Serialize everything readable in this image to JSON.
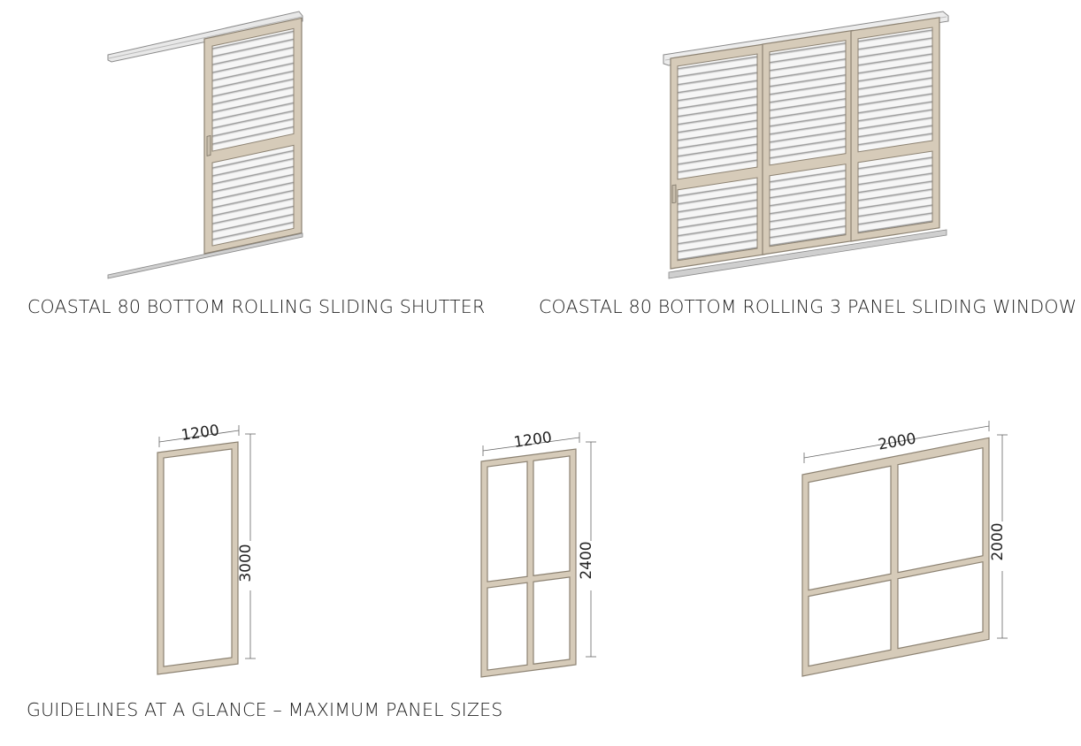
{
  "captions": {
    "sliding_shutter": "COASTAL 80 BOTTOM ROLLING SLIDING SHUTTER",
    "three_panel_window": "COASTAL 80 BOTTOM ROLLING 3 PANEL SLIDING WINDOW",
    "guidelines": "GUIDELINES AT A GLANCE – MAXIMUM PANEL SIZES"
  },
  "panels": [
    {
      "width": "1200",
      "height": "3000"
    },
    {
      "width": "1200",
      "height": "2400"
    },
    {
      "width": "2000",
      "height": "2000"
    }
  ],
  "colors": {
    "frame": "#d6cbb9",
    "frame_edge": "#8c8272",
    "track": "#e8e8e8",
    "louvre": "#f4f4f4"
  }
}
